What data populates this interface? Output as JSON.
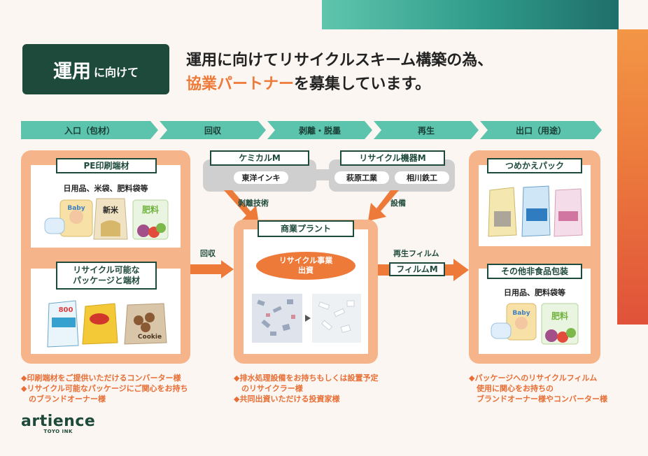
{
  "title": {
    "big": "運用",
    "small": "に向けて"
  },
  "headline": {
    "line1": "運用に向けてリサイクルスキーム構築の為、",
    "accent": "協業パートナー",
    "line2_rest": "を募集しています。"
  },
  "stages": [
    "入口（包材）",
    "回収",
    "剥離・脱墨",
    "再生",
    "出口（用途）"
  ],
  "left": {
    "box1": {
      "label": "PE印刷端材",
      "subtitle": "日用品、米袋、肥料袋等"
    },
    "box2": {
      "label_line1": "リサイクル可能な",
      "label_line2": "パッケージと端材"
    },
    "product_texts": {
      "rice": "新米",
      "fertilizer": "肥料",
      "baby": "Baby",
      "cookie": "Cookie",
      "count": "800"
    }
  },
  "middle": {
    "chemical": {
      "label": "ケミカルM",
      "company": "東洋インキ"
    },
    "equipment": {
      "label": "リサイクル機器M",
      "company1": "萩原工業",
      "company2": "相川鉄工"
    },
    "peel_label": "剥離技術",
    "equip_label": "設備",
    "plant": {
      "label": "商業プラント",
      "oval_line1": "リサイクル事業",
      "oval_line2": "出資"
    }
  },
  "arrows": {
    "collect": "回収",
    "film_label": "再生フィルム",
    "film_box": "フィルムM"
  },
  "right": {
    "box1": {
      "label": "つめかえパック"
    },
    "box2": {
      "label": "その他非食品包装",
      "subtitle": "日用品、肥料袋等"
    },
    "product_texts": {
      "fertilizer": "肥料",
      "baby": "Baby"
    }
  },
  "notes": {
    "left": [
      "◆印刷端材をご提供いただけるコンバーター様",
      "◆リサイクル可能なパッケージにご関心をお持ち",
      "　のブランドオーナー様"
    ],
    "middle": [
      "◆排水処理設備をお持ちもしくは設置予定",
      "　のリサイクラー様",
      "◆共同出資いただける投資家様"
    ],
    "right": [
      "◆パッケージへのリサイクルフィルム",
      "　使用に関心をお持ちの",
      "　ブランドオーナー様やコンバーター様"
    ]
  },
  "logo": {
    "main": "artience",
    "sub": "TOYO INK"
  },
  "colors": {
    "dark_green": "#1e4a3b",
    "teal": "#5cc3ad",
    "orange": "#ee7a3a",
    "panel_orange": "#f6b48a",
    "gray": "#cfcfcf"
  }
}
